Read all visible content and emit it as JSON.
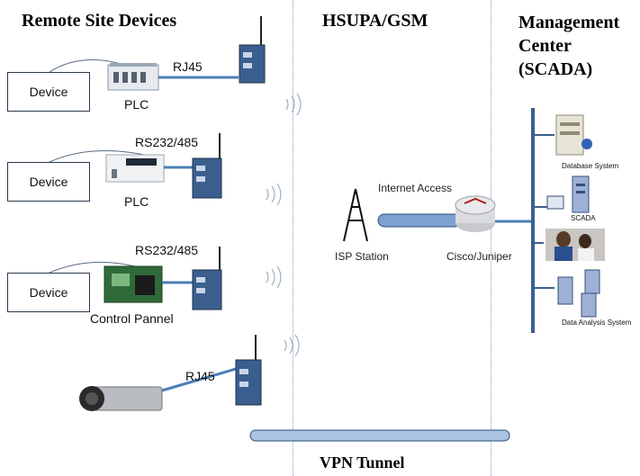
{
  "headings": {
    "remote": "Remote Site Devices",
    "network": "HSUPA/GSM",
    "management_line1": "Management",
    "management_line2": "Center",
    "management_line3": "(SCADA)"
  },
  "remote_rows": [
    {
      "device": "Device",
      "controller": "PLC",
      "link": "RJ45"
    },
    {
      "device": "Device",
      "controller": "PLC",
      "link": "RS232/485"
    },
    {
      "device": "Device",
      "controller": "Control Pannel",
      "link": "RS232/485"
    }
  ],
  "camera_link": "RJ45",
  "network": {
    "isp": "ISP Station",
    "internet": "Internet Access",
    "router": "Cisco/Juniper"
  },
  "center_items": [
    "Database System",
    "SCADA",
    "Data Analysis System"
  ],
  "vpn": "VPN Tunnel",
  "colors": {
    "cable": "#4a7fb5",
    "divider": "#7aa0c8",
    "server": "#9fb0d6"
  }
}
